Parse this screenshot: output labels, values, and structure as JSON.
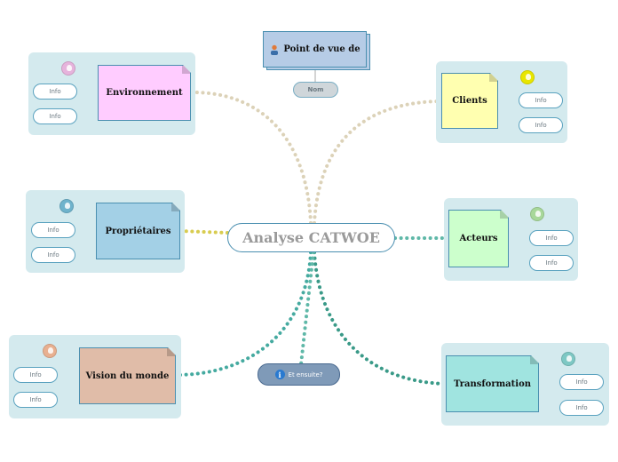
{
  "central": {
    "title": "Analyse CATWOE"
  },
  "viewpoint": {
    "title": "Point de vue de",
    "person_icon": "person-icon",
    "name_label": "Nom"
  },
  "next_node": {
    "label": "Et ensuite?",
    "icon": "info-icon"
  },
  "branches": [
    {
      "id": "environnement",
      "label": "Environnement",
      "color": "#ffccff",
      "bulb": "#e6b3dc",
      "link": "#dcd2b8",
      "info": [
        "Info",
        "Info"
      ]
    },
    {
      "id": "clients",
      "label": "Clients",
      "color": "#ffffb0",
      "bulb": "#e8e600",
      "link": "#dcd2b8",
      "info": [
        "Info",
        "Info"
      ]
    },
    {
      "id": "proprietaires",
      "label": "Propriétaires",
      "color": "#a3d0e6",
      "bulb": "#6fb3cc",
      "link": "#d8cc50",
      "info": [
        "Info",
        "Info"
      ]
    },
    {
      "id": "acteurs",
      "label": "Acteurs",
      "color": "#ccffcc",
      "bulb": "#a8d89a",
      "link": "#5fb8a8",
      "info": [
        "Info",
        "Info"
      ]
    },
    {
      "id": "vision",
      "label": "Vision du monde",
      "color": "#e0bca8",
      "bulb": "#e8b090",
      "link": "#45aaa0",
      "info": [
        "Info",
        "Info"
      ]
    },
    {
      "id": "transformation",
      "label": "Transformation",
      "color": "#a0e4e0",
      "bulb": "#7ec8c4",
      "link": "#3a9a88",
      "info": [
        "Info",
        "Info"
      ]
    }
  ],
  "colors": {
    "panel": "#d4eaee",
    "border": "#4a8fb0",
    "viewpoint_fill": "#b6cce6",
    "next_fill": "#7f9ab8"
  }
}
